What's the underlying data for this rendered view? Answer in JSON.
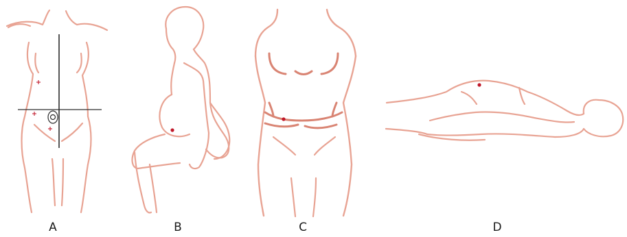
{
  "figure": {
    "panels": [
      {
        "label": "A"
      },
      {
        "label": "B"
      },
      {
        "label": "C"
      },
      {
        "label": "D"
      }
    ],
    "colors": {
      "outline": "#e8a393",
      "outline_dark": "#d98473",
      "marker": "#c0182a",
      "axis": "#2b2b2b"
    }
  }
}
